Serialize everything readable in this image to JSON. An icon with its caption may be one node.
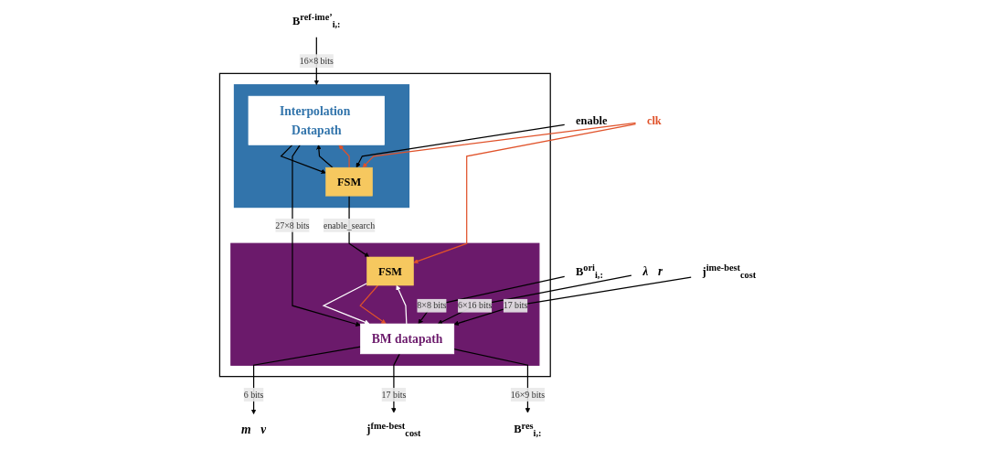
{
  "diagram": {
    "nodes": [
      {
        "text": [],
        "shape": "box"
      },
      {
        "text": [],
        "shape": "box",
        "in": 0
      },
      {
        "text": [
          "Interpolation Datapath"
        ],
        "in": 1
      },
      {
        "text": [
          "FSM"
        ],
        "in": 1
      },
      {
        "text": [],
        "shape": "box",
        "in": 0
      },
      {
        "text": [
          "BM datapath"
        ],
        "in": 4
      },
      {
        "text": [
          "FSM"
        ],
        "in": 4
      },
      {
        "text": [
          "B$^{ori}$$_{i,:}$"
        ]
      },
      {
        "text": [
          "B$^{ref-ime’}$$_{i,:}$"
        ]
      },
      {
        "text": [
          "enable"
        ]
      },
      {
        "text": [
          "clk"
        ]
      },
      {
        "text": [
          "λ⃗r"
        ]
      },
      {
        "text": [
          "j$^{ime-best}$$_{cost}$"
        ]
      },
      {
        "text": [
          "m⃗v"
        ]
      },
      {
        "text": [
          "j$^{fme-best}$$_{cost}$"
        ]
      },
      {
        "text": [
          "B$^{res}$$_{i,:}$"
        ]
      }
    ],
    "edges": [
      {
        "from": 7,
        "to": 5,
        "arrow": "to",
        "label": "8×8 bits"
      },
      {
        "from": 8,
        "to": 1,
        "arrow": "to",
        "label": "16×8 bits"
      },
      {
        "from": 9,
        "to": 3,
        "arrow": "to"
      },
      {
        "from": 10,
        "to": 3,
        "arrow": "to",
        "color": "#e0522a"
      },
      {
        "from": 10,
        "to": 6,
        "arrow": "to",
        "color": "#e0522a"
      },
      {
        "from": 3,
        "to": 2,
        "arrow": "to"
      },
      {
        "from": 2,
        "to": 3,
        "arrow": "to"
      },
      {
        "from": 3,
        "to": 2,
        "arrow": "to",
        "color": "#e0522a"
      },
      {
        "from": 2,
        "to": 5,
        "arrow": "to",
        "label": "27×8 bits"
      },
      {
        "from": 3,
        "to": 6,
        "arrow": "to",
        "label": "enable_search"
      },
      {
        "from": 6,
        "to": 5,
        "arrow": "to",
        "color": "#ffffff"
      },
      {
        "from": 5,
        "to": 6,
        "arrow": "to",
        "color": "#ffffff"
      },
      {
        "from": 6,
        "to": 5,
        "arrow": "to",
        "color": "#e0522a"
      },
      {
        "from": 11,
        "to": 5,
        "arrow": "to",
        "label": "6×16 bits"
      },
      {
        "from": 12,
        "to": 5,
        "arrow": "to",
        "label": "17 bits"
      },
      {
        "from": 5,
        "to": 13,
        "arrow": "to",
        "label": "6 bits"
      },
      {
        "from": 5,
        "to": 14,
        "arrow": "to",
        "label": "17 bits"
      },
      {
        "from": 5,
        "to": 15,
        "arrow": "to",
        "label": "16×9 bits"
      }
    ]
  }
}
